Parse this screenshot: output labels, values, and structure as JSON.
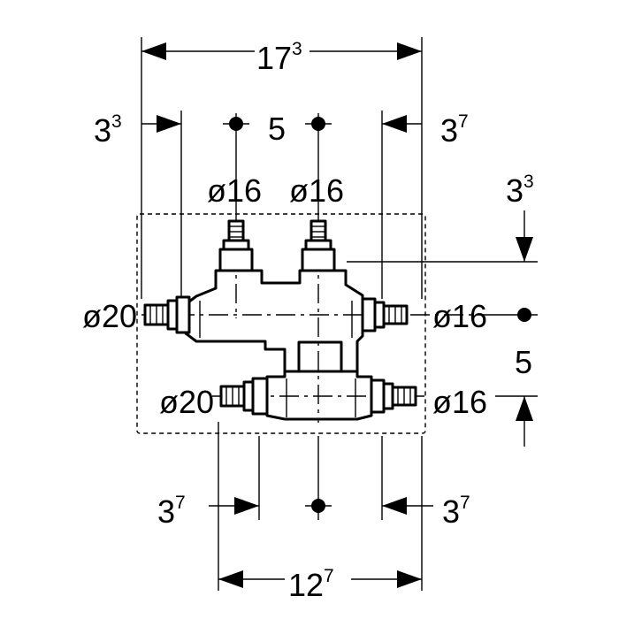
{
  "dimensions": {
    "overall_width": {
      "main": "17",
      "sup": "3"
    },
    "left_offset_top": {
      "main": "3",
      "sup": "3"
    },
    "top_spacing": {
      "main": "5"
    },
    "right_offset_top": {
      "main": "3",
      "sup": "7"
    },
    "right_height_top": {
      "main": "3",
      "sup": "3"
    },
    "right_spacing": {
      "main": "5"
    },
    "left_offset_bottom": {
      "main": "3",
      "sup": "7"
    },
    "right_offset_bottom": {
      "main": "3",
      "sup": "7"
    },
    "bottom_width": {
      "main": "12",
      "sup": "7"
    }
  },
  "ports": {
    "top_left": "ø16",
    "top_right": "ø16",
    "left_upper": "ø20",
    "left_lower": "ø20",
    "right_upper": "ø16",
    "right_lower": "ø16"
  }
}
